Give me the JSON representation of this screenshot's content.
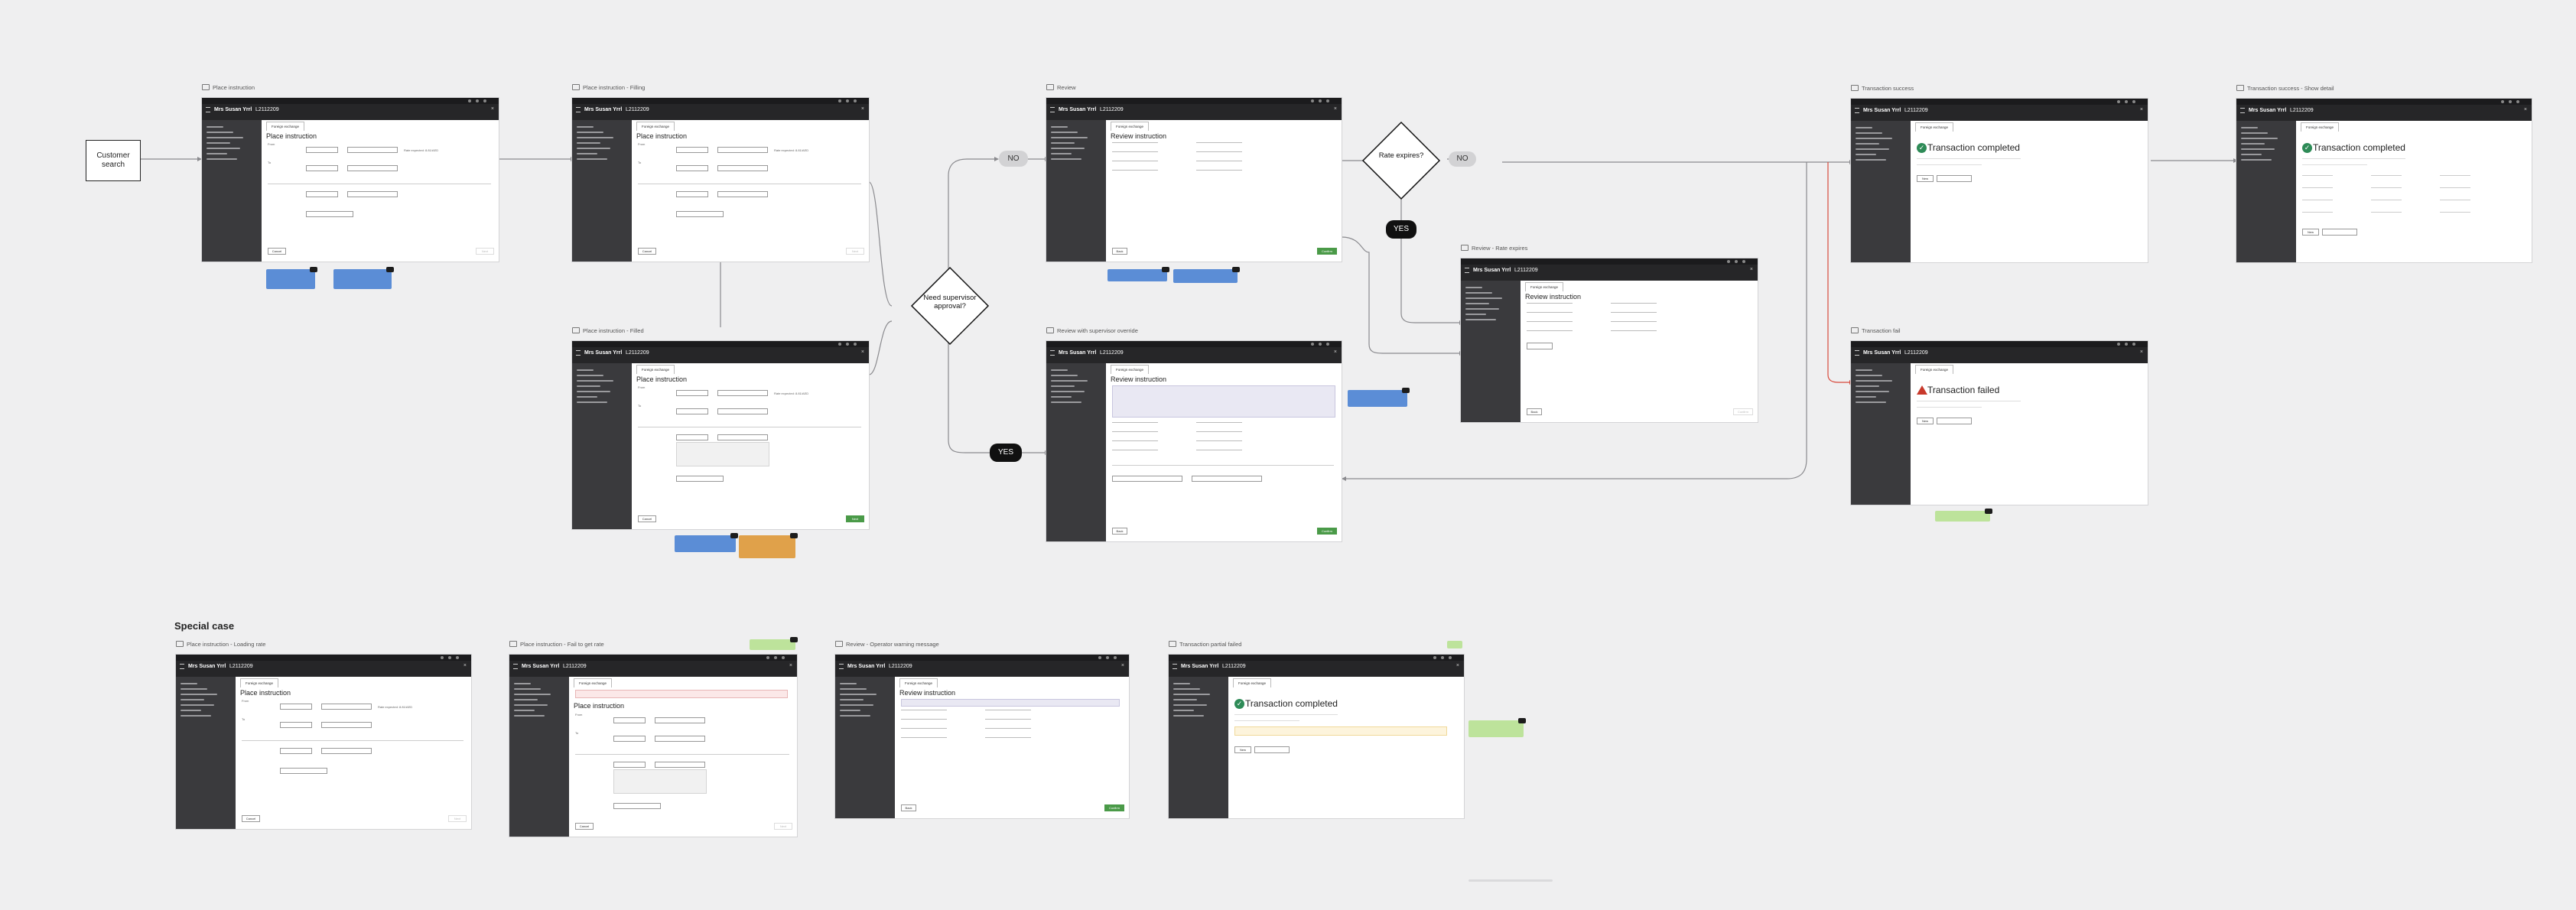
{
  "labels": {
    "customer_search": "Customer search",
    "need_approval": "Need supervisor approval?",
    "rate_expires": "Rate expires?",
    "no": "NO",
    "yes": "YES",
    "special_case": "Special case"
  },
  "frames": {
    "place_instruction": "Place instruction",
    "place_instruction_filling": "Place instruction - Filling",
    "place_instruction_filled": "Place instruction - Filled",
    "review": "Review",
    "review_rate_expires": "Review - Rate expires",
    "review_supervisor": "Review with supervisor override",
    "transaction_success": "Transaction success",
    "transaction_success_show": "Transaction success - Show detail",
    "transaction_fail": "Transaction fail",
    "sc_loading_rate": "Place instruction - Loading rate",
    "sc_fail_rate": "Place instruction - Fail to get rate",
    "sc_warning": "Review - Operator warning message",
    "sc_partial_fail": "Transaction partial failed"
  },
  "screen": {
    "client_name": "Mrs Susan Yrrl",
    "client_id": "L2112209",
    "tab": "Foreign exchange",
    "title_place": "Place instruction",
    "title_review": "Review instruction",
    "title_completed": "Transaction completed",
    "title_failed": "Transaction failed",
    "rate_label": "Rate expected: 8.81/AED",
    "from_label": "From",
    "to_label": "To",
    "cancel": "Cancel",
    "next": "Next",
    "confirm": "Confirm",
    "back": "Back",
    "new": "New"
  },
  "colors": {
    "sidebar": "#3a3a3d",
    "header": "#262628",
    "sticky_blue": "#5b8dd6",
    "sticky_orange": "#e0a14a",
    "sticky_green": "#bde39b",
    "success": "#2e8b57",
    "fail": "#c8392b",
    "primary": "#4a9a48"
  },
  "icons": [
    "frame-icon",
    "menu-icon",
    "close-icon",
    "check-circle-icon",
    "warning-triangle-icon",
    "avatar-icon"
  ]
}
